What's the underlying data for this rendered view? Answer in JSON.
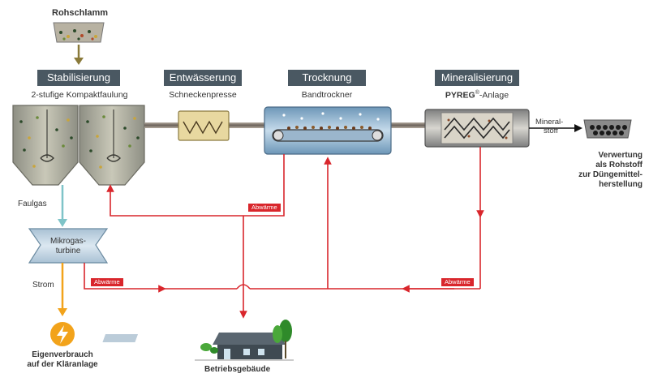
{
  "input": {
    "label": "Rohschlamm"
  },
  "stages": [
    {
      "id": "stabilisierung",
      "title": "Stabilisierung",
      "subtitle": "2-stufige Kompaktfaulung"
    },
    {
      "id": "entwaesserung",
      "title": "Entwässerung",
      "subtitle": "Schneckenpresse"
    },
    {
      "id": "trocknung",
      "title": "Trocknung",
      "subtitle": "Bandtrockner"
    },
    {
      "id": "mineralisierung",
      "title": "Mineralisierung",
      "subtitle_brand": "PYREG",
      "subtitle_reg": "®",
      "subtitle_rest": "-Anlage"
    }
  ],
  "output": {
    "mineral_label_line1": "Mineral-",
    "mineral_label_line2": "stoff",
    "use_line1": "Verwertung",
    "use_line2": "als Rohstoff",
    "use_line3": "zur Düngemittel-",
    "use_line4": "herstellung"
  },
  "turbine": {
    "faulgas_label": "Faulgas",
    "name_line1": "Mikrogas-",
    "name_line2": "turbine",
    "strom_label": "Strom"
  },
  "consumption": {
    "line1": "Eigenverbrauch",
    "line2": "auf der Kläranlage"
  },
  "building": {
    "label": "Betriebsgebäude"
  },
  "heat_tags": [
    "Abwärme",
    "Abwärme",
    "Abwärme"
  ],
  "colors": {
    "stage_bg": "#4a5862",
    "heat_line": "#d9262c",
    "gas_line": "#7fc4c8",
    "power_line": "#f2a31b",
    "feed_arrow": "#8a7a3a"
  }
}
